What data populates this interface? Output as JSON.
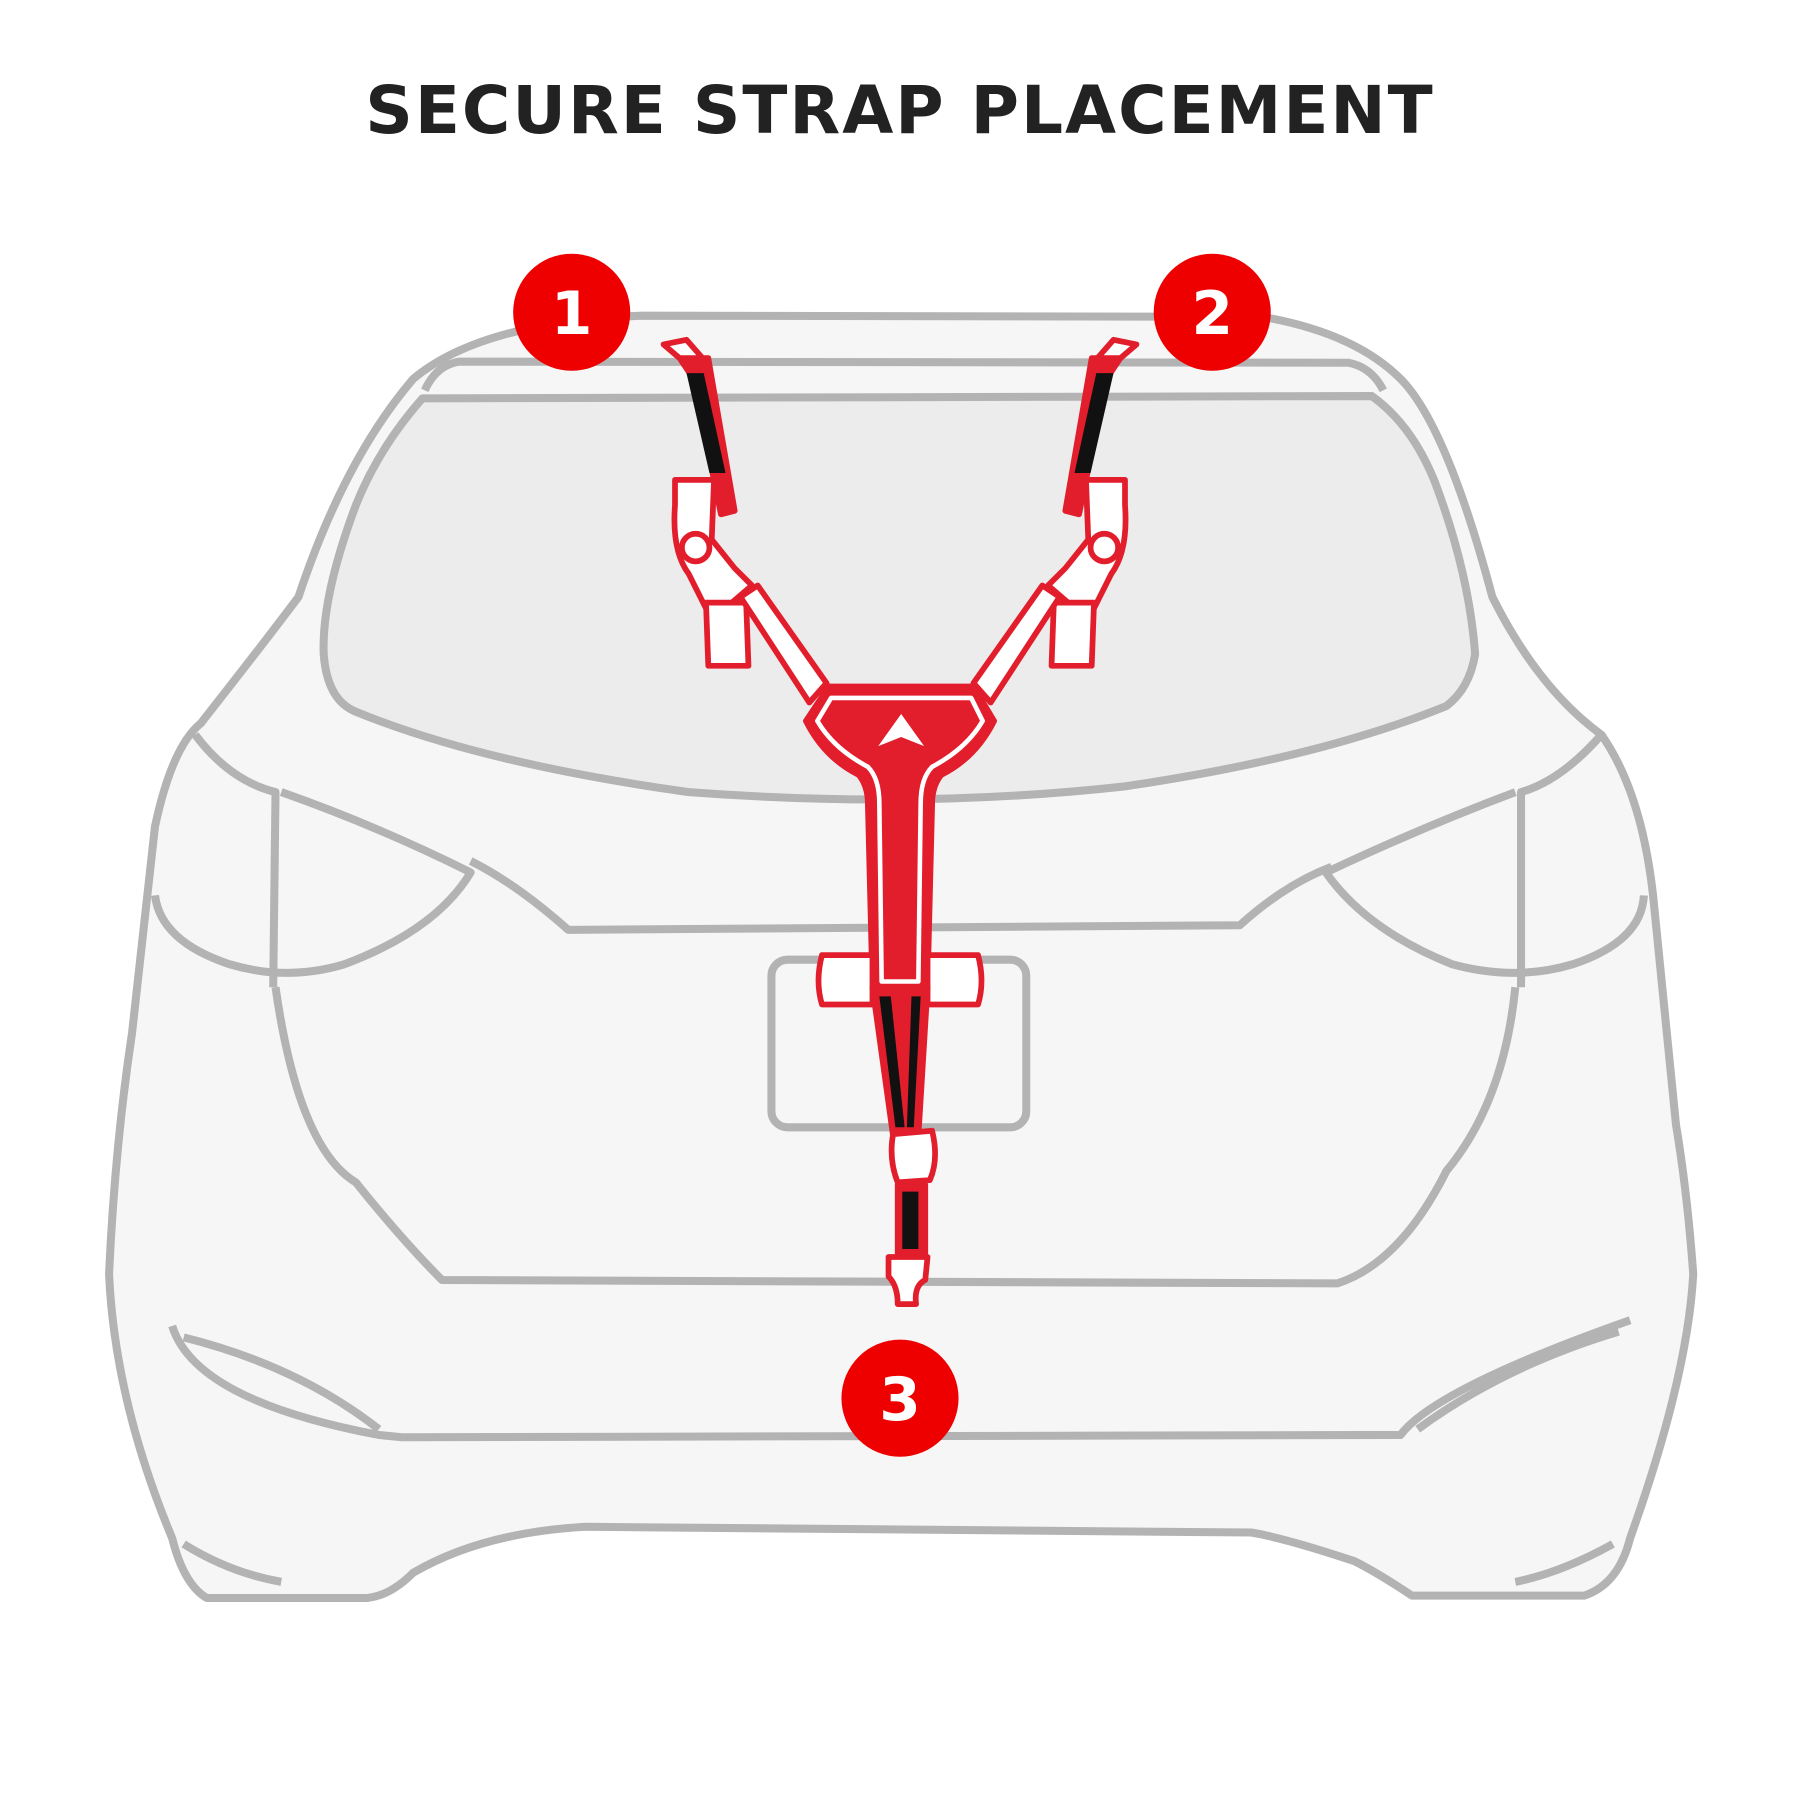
{
  "title": "SECURE STRAP PLACEMENT",
  "markers": [
    {
      "label": "1"
    },
    {
      "label": "2"
    },
    {
      "label": "3"
    }
  ],
  "colors": {
    "accent": "#e31e2c",
    "marker": "#ee0000",
    "car_outline": "#b3b3b3",
    "car_body": "#f6f6f6",
    "window": "#ececec",
    "title": "#222222"
  }
}
